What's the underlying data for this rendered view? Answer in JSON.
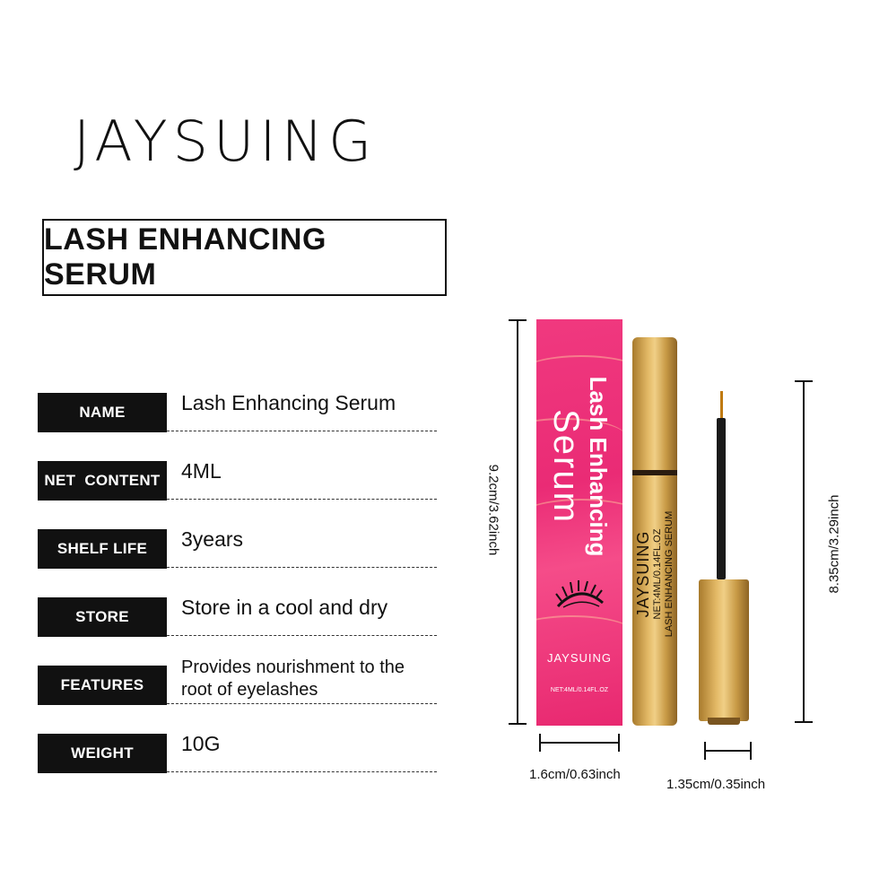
{
  "brand": "JAYSUING",
  "product_title": "LASH ENHANCING SERUM",
  "specs": [
    {
      "label": "NAME",
      "value": "Lash Enhancing Serum"
    },
    {
      "label": "NET  CONTENT",
      "value": "4ML"
    },
    {
      "label": "SHELF LIFE",
      "value": "3years"
    },
    {
      "label": "STORE",
      "value": "Store in a cool and dry"
    },
    {
      "label": "FEATURES",
      "value_line1": "Provides nourishment to the",
      "value_line2": "root of eyelashes"
    },
    {
      "label": "WEIGHT",
      "value": "10G"
    }
  ],
  "dimensions": {
    "box_height": "9.2cm/3.62inch",
    "box_width": "1.6cm/0.63inch",
    "tube_height": "8.35cm/3.29inch",
    "tube_width": "1.35cm/0.35inch"
  },
  "package": {
    "box_title_line1": "Lash Enhancing",
    "box_title_line2": "Serum",
    "box_brand": "JAYSUING",
    "box_net": "NET:4ML/0.14FL.OZ",
    "tube_brand": "JAYSUING",
    "tube_net": "NET:4ML/0.14FL.OZ",
    "tube_name": "LASH ENHANCING SERUM",
    "box_color": "#ea2b75",
    "tube_color": "#d9ad5c"
  }
}
